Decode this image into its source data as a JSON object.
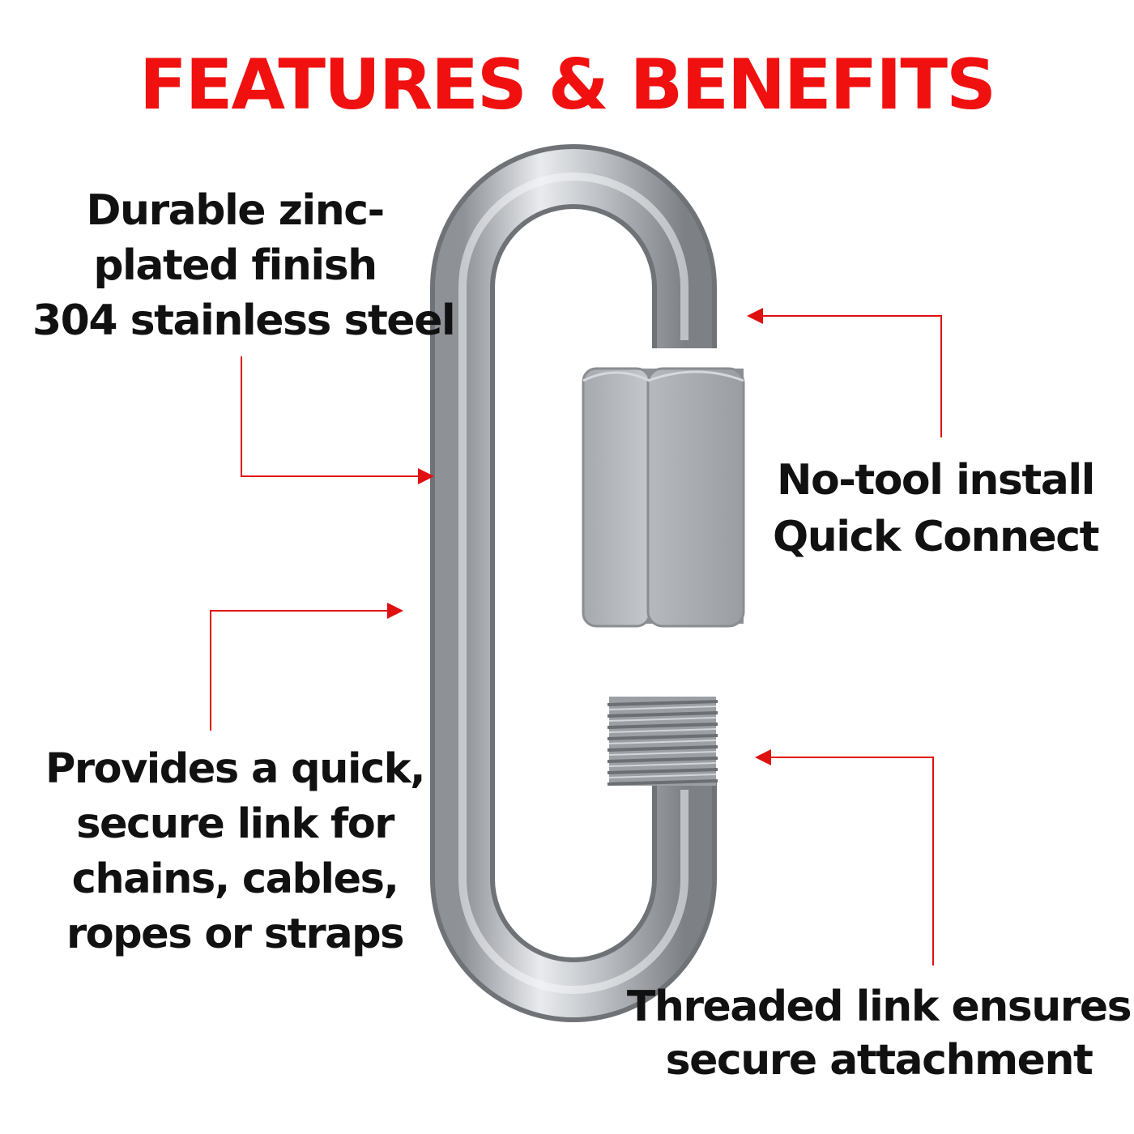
{
  "title": "FEATURES & BENEFITS",
  "colors": {
    "title": "#f01010",
    "arrow": "#e01010",
    "text": "#111111",
    "metal": "#b9bcc0"
  },
  "features": [
    {
      "lines": [
        "Durable zinc-",
        "plated finish",
        "304 stainless steel"
      ]
    },
    {
      "lines": [
        "No-tool install",
        "Quick Connect"
      ]
    },
    {
      "lines": [
        "Provides a quick,",
        "secure link for",
        "chains, cables,",
        "ropes or straps"
      ]
    },
    {
      "lines": [
        "Threaded link ensures",
        "secure attachment"
      ]
    }
  ],
  "product_image": {
    "name": "quick-link-icon"
  }
}
